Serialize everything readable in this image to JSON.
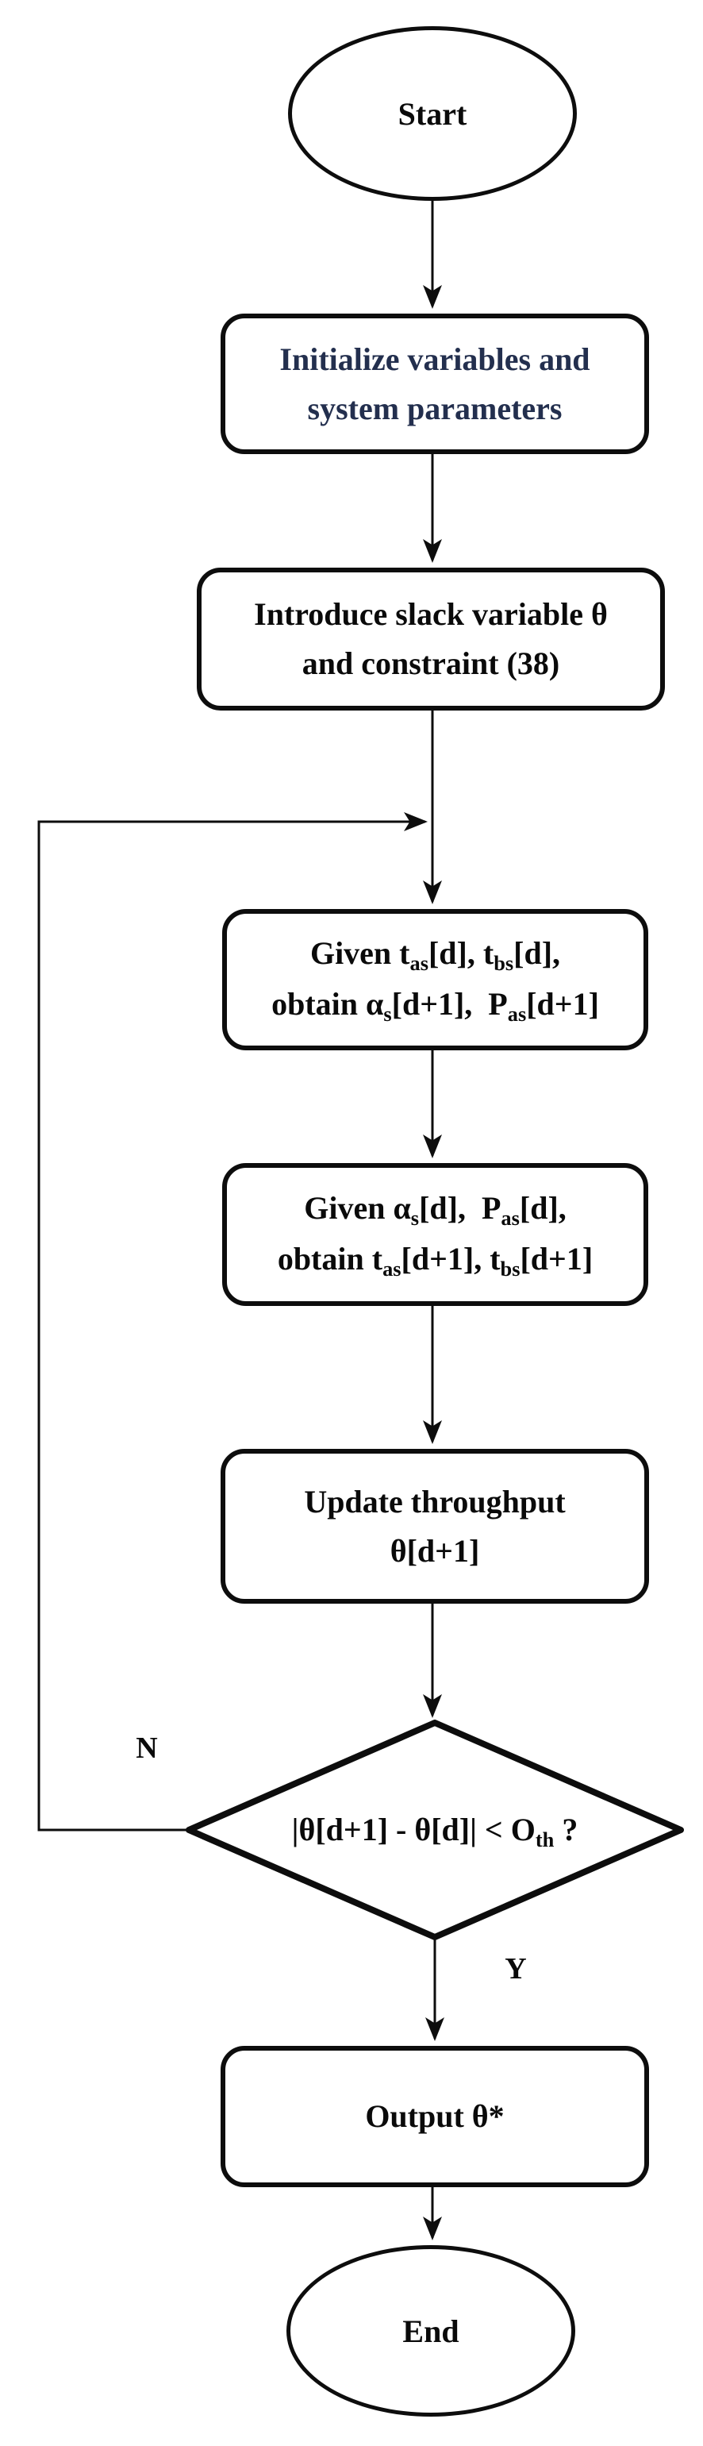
{
  "diagram": {
    "colors": {
      "stroke": "#0d0d0d",
      "init_text": "#232f4e",
      "body_text": "#0a0a0a",
      "background": "#ffffff"
    },
    "edge_labels": {
      "no": "N",
      "yes": "Y"
    },
    "nodes": {
      "start": {
        "type": "terminator",
        "label": "Start"
      },
      "init": {
        "type": "process",
        "lines": [
          [
            {
              "t": "Initialize variables and"
            }
          ],
          [
            {
              "t": "system parameters"
            }
          ]
        ]
      },
      "slack": {
        "type": "process",
        "lines": [
          [
            {
              "t": "Introduce slack variable θ"
            }
          ],
          [
            {
              "t": "and constraint (38)"
            }
          ]
        ]
      },
      "given1": {
        "type": "process",
        "lines": [
          [
            {
              "t": "Given t"
            },
            {
              "sub": "as"
            },
            {
              "t": "[d], t"
            },
            {
              "sub": "bs"
            },
            {
              "t": "[d],"
            }
          ],
          [
            {
              "t": "obtain α"
            },
            {
              "sub": "s"
            },
            {
              "t": "[d+1],  P"
            },
            {
              "sub": "as"
            },
            {
              "t": "[d+1]"
            }
          ]
        ]
      },
      "given2": {
        "type": "process",
        "lines": [
          [
            {
              "t": "Given α"
            },
            {
              "sub": "s"
            },
            {
              "t": "[d],  P"
            },
            {
              "sub": "as"
            },
            {
              "t": "[d],"
            }
          ],
          [
            {
              "t": "obtain t"
            },
            {
              "sub": "as"
            },
            {
              "t": "[d+1], t"
            },
            {
              "sub": "bs"
            },
            {
              "t": "[d+1]"
            }
          ]
        ]
      },
      "update": {
        "type": "process",
        "lines": [
          [
            {
              "t": "Update throughput"
            }
          ],
          [
            {
              "t": "θ[d+1]"
            }
          ]
        ]
      },
      "decision": {
        "type": "decision",
        "lines": [
          [
            {
              "t": "|θ[d+1] - θ[d]| < O"
            },
            {
              "sub": "th"
            },
            {
              "t": " ?"
            }
          ]
        ]
      },
      "output": {
        "type": "process",
        "lines": [
          [
            {
              "t": "Output θ*"
            }
          ]
        ]
      },
      "end": {
        "type": "terminator",
        "label": "End"
      }
    }
  }
}
